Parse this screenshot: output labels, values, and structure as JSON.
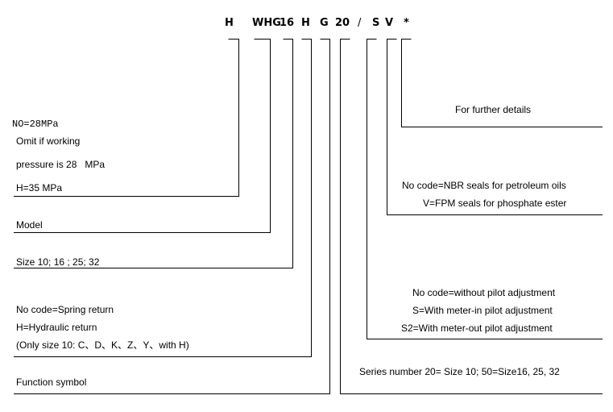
{
  "code_parts": [
    "H",
    "WHG",
    "16",
    "H",
    "G",
    "20",
    "/",
    "S",
    "V",
    "*"
  ],
  "labels": {
    "pressure": {
      "line1": "NO=28MPa",
      "line2": "Omit if working",
      "line3": "pressure is 28   MPa",
      "line4": "H=35 MPa"
    },
    "model": "Model",
    "size": "Size 10; 16 ; 25; 32",
    "return": {
      "line1": "No code=Spring return",
      "line2": "H=Hydraulic return",
      "line3": "(Only size 10: C、D、K、Z、Y、with H)"
    },
    "function_symbol": "Function symbol",
    "further_details": "For further details",
    "seals": {
      "line1": "No code=NBR seals for petroleum oils",
      "line2": "V=FPM seals for phosphate ester"
    },
    "pilot": {
      "line1": "No code=without pilot adjustment",
      "line2": "S=With meter-in pilot adjustment",
      "line3": "S2=With meter-out pilot adjustment"
    },
    "series": "Series number 20= Size 10; 50=Size16, 25, 32"
  }
}
